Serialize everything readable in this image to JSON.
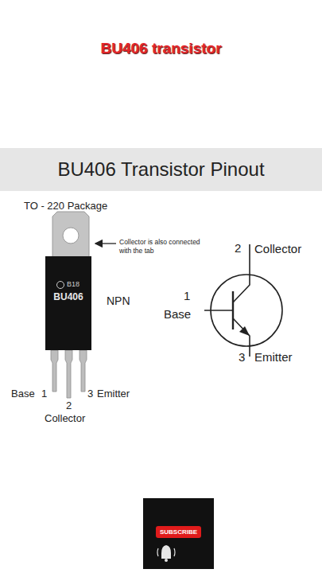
{
  "diagram": {
    "title": "BU406 transistor",
    "nodes": [
      {
        "text": [
          "BU406 Transistor Pinout"
        ]
      },
      {
        "text": [
          "B18",
          "BU406"
        ]
      },
      {
        "text": [
          "SUBSCRIBE"
        ]
      }
    ],
    "labels": [
      "TO - 220 Package",
      "Collector is also connected with the tab",
      "NPN",
      "2",
      "Collector",
      "1",
      "Base",
      "3",
      "Emitter",
      "Base",
      "1",
      "2",
      "Collector",
      "3",
      "Emitter"
    ]
  }
}
